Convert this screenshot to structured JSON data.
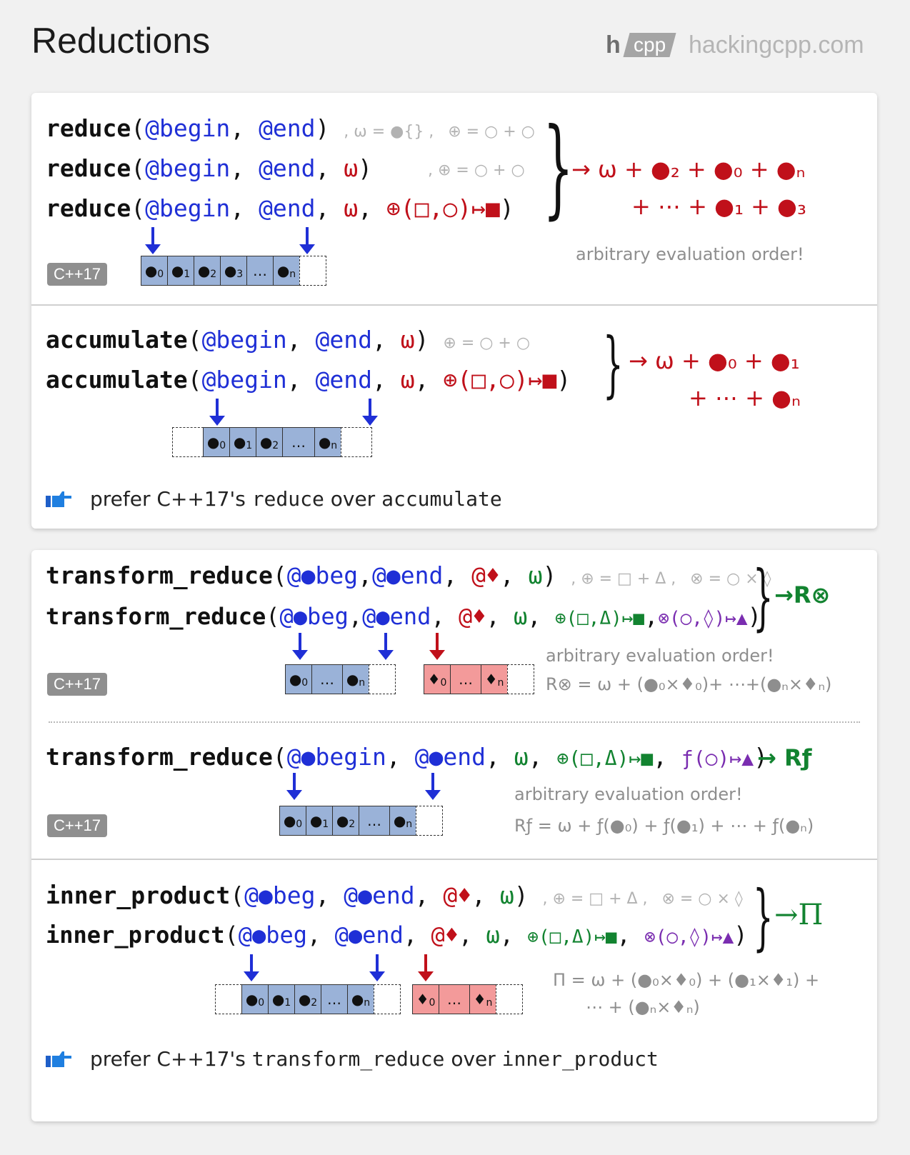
{
  "header": {
    "title": "Reductions",
    "logo_h": "h",
    "logo_cpp": "cpp",
    "site": "hackingcpp.com"
  },
  "badge": "C++17",
  "reduce": {
    "fn": "reduce",
    "open": "(",
    "close": ")",
    "comma": ",",
    "begin": "@begin",
    "end": "@end",
    "omega": "ω",
    "op_sig": "⊕(□,○)↦■",
    "default_omega": ", ω = ●{} ,",
    "default_plus": "⊕ = ○ + ○",
    "default_plus2": ", ⊕ = ○ + ○",
    "result_line1": "→ ω + ●₂ + ●₀ + ●ₙ",
    "result_line2": "+ ⋯ + ●₁ + ●₃",
    "note": "arbitrary evaluation order!",
    "cells": [
      "●0",
      "●1",
      "●2",
      "●3",
      "…",
      "●n"
    ]
  },
  "accumulate": {
    "fn": "accumulate",
    "default_plus": "⊕ = ○ + ○",
    "result_line1": "→ ω + ●₀ + ●₁",
    "result_line2": "+ ⋯ + ●ₙ",
    "cells": [
      "●0",
      "●1",
      "●2",
      "…",
      "●n"
    ],
    "tip_pre": "prefer C++17's",
    "tip_reduce": "reduce",
    "tip_mid": "over",
    "tip_acc": "accumulate"
  },
  "transform_reduce": {
    "fn": "transform_reduce",
    "beg": "@●beg",
    "end": "@●end",
    "diamond": "@♦",
    "omega": "ω",
    "plus_sig": "⊕(□,Δ)↦■",
    "times_sig": "⊗(○,◊)↦▲",
    "default_plus": ", ⊕ = □ + Δ ,",
    "default_times": "⊗ = ○ × ◊",
    "result": "→R⊗",
    "note": "arbitrary evaluation order!",
    "formula": "R⊗ = ω + (●₀×♦₀)+ ⋯+(●ₙ×♦ₙ)",
    "cells_a": [
      "●0",
      "…",
      "●n"
    ],
    "cells_b": [
      "♦0",
      "…",
      "♦n"
    ]
  },
  "transform_reduce_f": {
    "begin": "@●begin",
    "end": "@●end",
    "f_sig": "ƒ(○)↦▲",
    "result": "→ Rƒ",
    "note": "arbitrary evaluation order!",
    "formula": "Rƒ = ω + ƒ(●₀) + ƒ(●₁) + ⋯ + ƒ(●ₙ)",
    "cells": [
      "●0",
      "●1",
      "●2",
      "…",
      "●n"
    ]
  },
  "inner_product": {
    "fn": "inner_product",
    "result": "→Π",
    "formula_line1": "Π = ω + (●₀×♦₀) + (●₁×♦₁) +",
    "formula_line2": "⋯ + (●ₙ×♦ₙ)",
    "cells_a": [
      "●0",
      "●1",
      "●2",
      "…",
      "●n"
    ],
    "cells_b": [
      "♦0",
      "…",
      "♦n"
    ],
    "tip_pre": "prefer C++17's",
    "tip_tr": "transform_reduce",
    "tip_mid": "over",
    "tip_ip": "inner_product"
  },
  "colors": {
    "blue": "#1f2fd6",
    "red": "#c0101a",
    "green": "#128330",
    "purple": "#7a2db0",
    "cell_blue": "#9ab2d8",
    "cell_red": "#f39a9a"
  }
}
